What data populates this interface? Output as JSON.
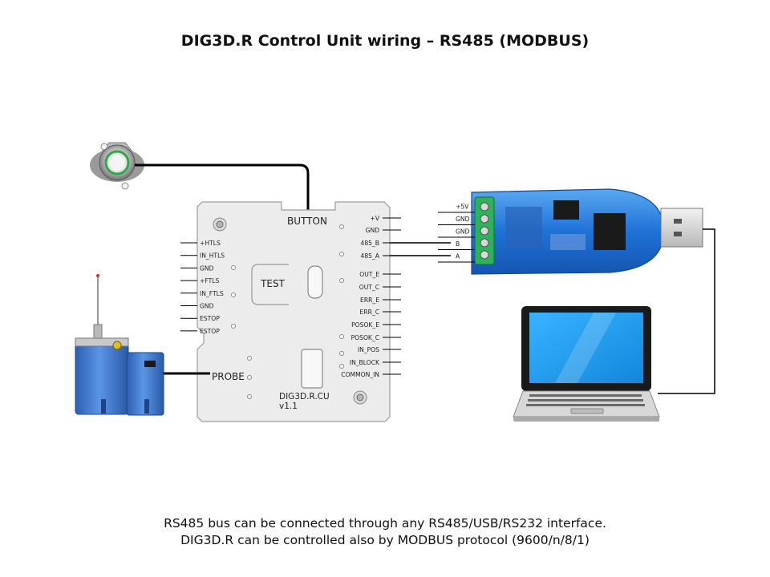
{
  "title": "DIG3D.R Control Unit wiring – RS485 (MODBUS)",
  "board": {
    "button_label": "BUTTON",
    "test_label": "TEST",
    "probe_label": "PROBE",
    "model_line1": "DIG3D.R.CU",
    "model_line2": "v1.1",
    "left_pins": [
      "+HTLS",
      "IN_HTLS",
      "GND",
      "+FTLS",
      "IN_FTLS",
      "GND",
      "ESTOP",
      "ESTOP"
    ],
    "right_pins": [
      "+V",
      "GND",
      "485_B",
      "485_A",
      "OUT_E",
      "OUT_C",
      "ERR_E",
      "ERR_C",
      "POSOK_E",
      "POSOK_C",
      "IN_POS",
      "IN_BLOCK",
      "COMMON_IN"
    ]
  },
  "usb_adapter": {
    "pins": [
      "+5V",
      "GND",
      "GND",
      "B",
      "A"
    ]
  },
  "caption": {
    "line1": "RS485 bus can be connected through any RS485/USB/RS232 interface.",
    "line2": "DIG3D.R can be controlled also by MODBUS protocol (9600/n/8/1)"
  },
  "colors": {
    "board_fill": "#ececec",
    "adapter_blue": "#1e72d8",
    "probe_blue": "#3a78d0",
    "screen_blue": "#1f9ff0",
    "wire": "#000000"
  },
  "icons": [
    "push-button-icon",
    "probe-sensor-icon",
    "usb-rs485-adapter-icon",
    "laptop-icon"
  ]
}
